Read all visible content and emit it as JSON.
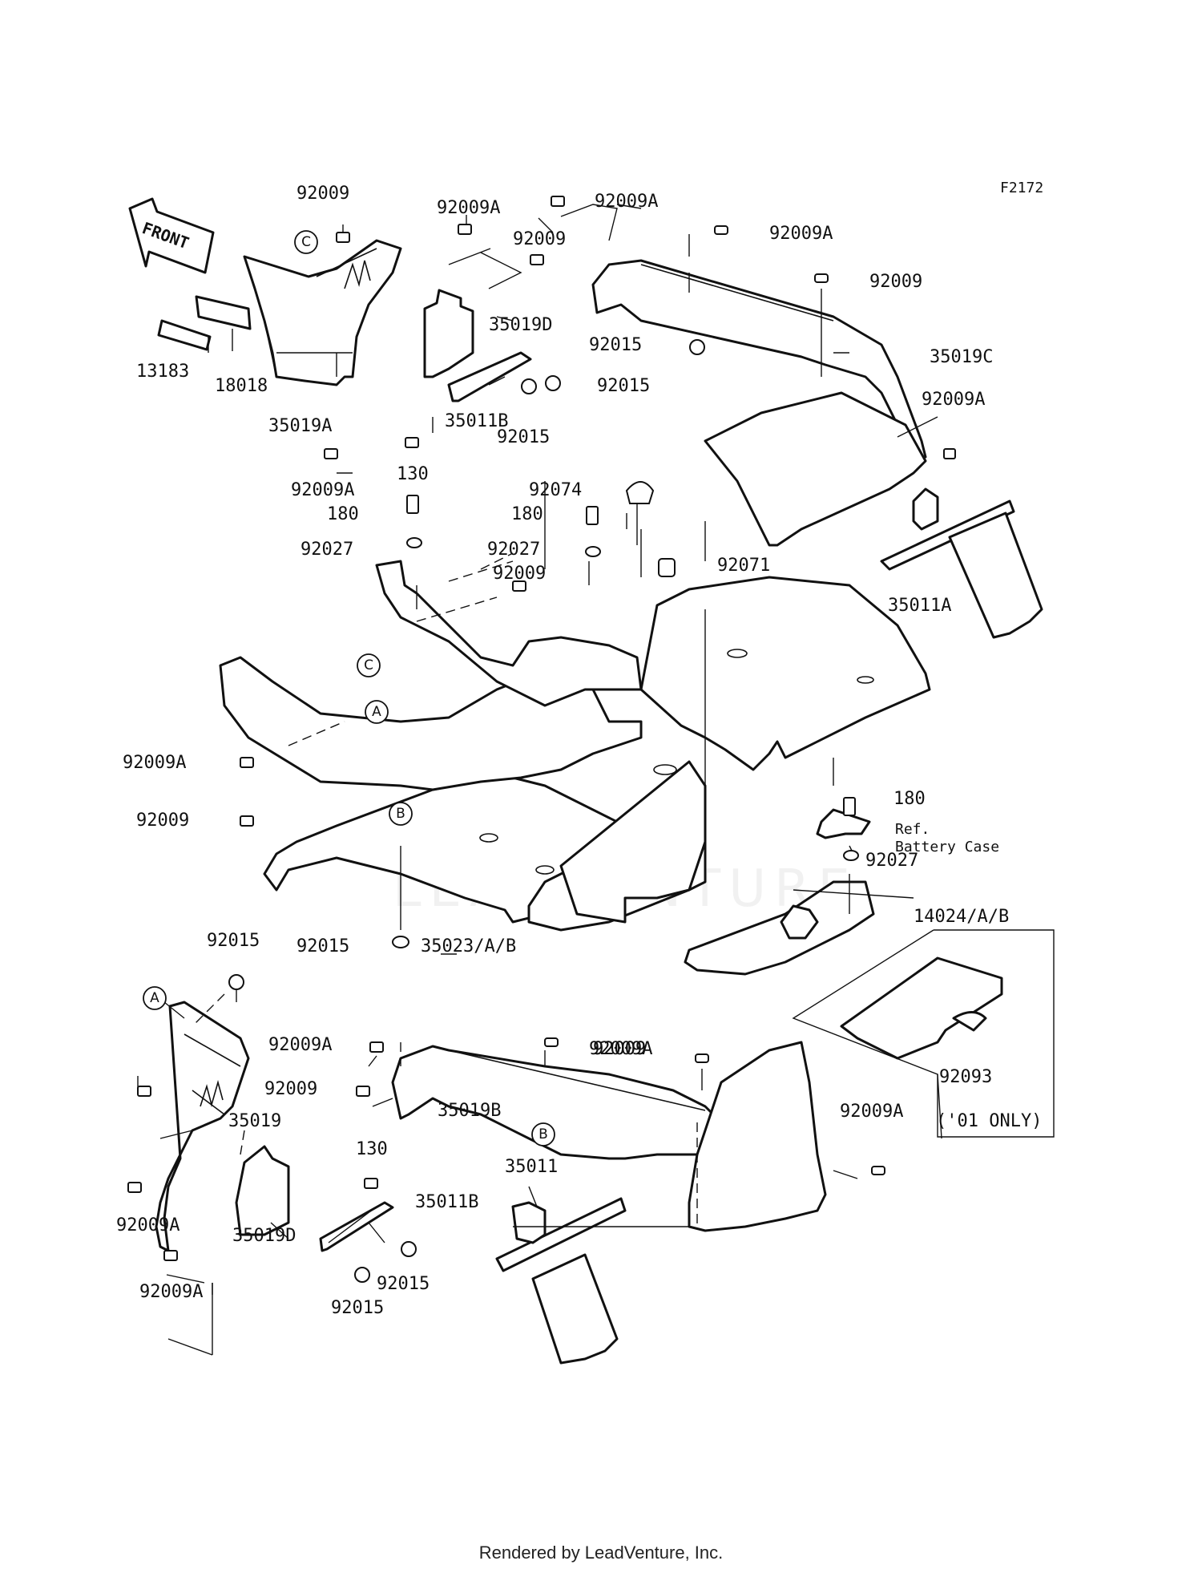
{
  "figure_code": "F2172",
  "front_arrow_label": "FRONT",
  "callout_letters": [
    "A",
    "B",
    "C"
  ],
  "labels": {
    "l01": "92009",
    "l02": "92009A",
    "l03": "92009A",
    "l04": "92009A",
    "l05": "92009",
    "l06": "35019D",
    "l07": "92015",
    "l08": "35019C",
    "l09": "92009",
    "l10": "13183",
    "l11": "18018",
    "l12": "35011B",
    "l13": "92015",
    "l14": "92015",
    "l15": "35019A",
    "l16": "92009A",
    "l17": "130",
    "l18": "92009A",
    "l19": "92074",
    "l20": "180",
    "l21": "180",
    "l22": "35011A",
    "l23": "92027",
    "l24": "92027",
    "l25": "92009",
    "l26": "92071",
    "l27": "92009A",
    "l28": "92009",
    "l29": "180",
    "l30": "92027",
    "l31": "92015",
    "l32": "35023/A/B",
    "l33": "14024/A/B",
    "l34": "92015",
    "l35": "92009A",
    "l36": "92009A",
    "l37": "92009",
    "l38": "92009",
    "l39": "92009",
    "l40": "35019B",
    "l41": "35019",
    "l42": "92093",
    "l43": "92009A",
    "l44": "130",
    "l45": "35011",
    "l46": "35011B",
    "l47": "92009A",
    "l48": "35019D",
    "l49": "92015",
    "l50": "92009A",
    "l51": "92015",
    "l52": "('01 ONLY)"
  },
  "ref_note": {
    "line1": "Ref.",
    "line2": "Battery Case"
  },
  "watermark": "LEADVENTURE",
  "footer": "Rendered by LeadVenture, Inc."
}
